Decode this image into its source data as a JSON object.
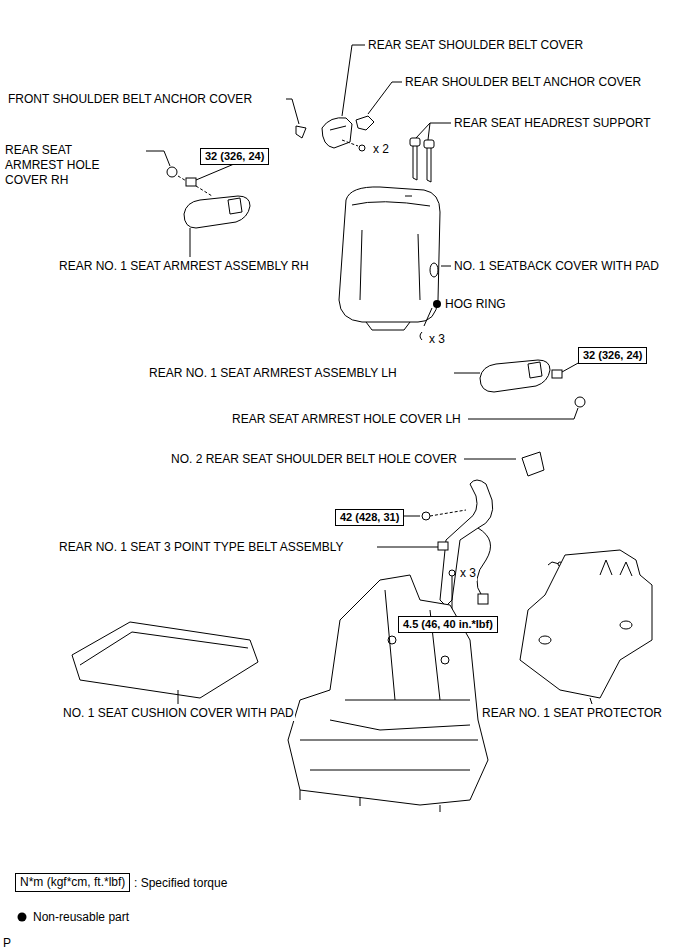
{
  "diagram": {
    "nodes": [
      {
        "text": [
          "32 (326, 24)"
        ]
      },
      {
        "text": [
          "32 (326, 24)"
        ]
      },
      {
        "text": [
          "42 (428, 31)"
        ]
      },
      {
        "text": [
          "4.5 (46, 40 in.*lbf)"
        ]
      },
      {
        "text": [
          "N*m (kgf*cm, ft.*lbf)"
        ]
      }
    ],
    "labels": [
      "REAR SEAT SHOULDER BELT COVER",
      "REAR SHOULDER BELT ANCHOR COVER",
      "FRONT SHOULDER BELT ANCHOR COVER",
      "REAR SEAT HEADREST SUPPORT",
      "REAR SEAT ARMREST HOLE COVER RH",
      "x 2",
      "REAR NO. 1 SEAT ARMREST ASSEMBLY RH",
      "NO. 1 SEATBACK COVER WITH PAD",
      "HOG RING",
      "x 3",
      "REAR NO. 1 SEAT ARMREST ASSEMBLY LH",
      "REAR SEAT ARMREST HOLE COVER LH",
      "NO. 2 REAR SEAT SHOULDER BELT HOLE COVER",
      "REAR NO. 1 SEAT 3 POINT TYPE BELT ASSEMBLY",
      "x 3",
      "NO. 1 SEAT CUSHION COVER WITH PAD",
      "REAR NO. 1 SEAT PROTECTOR",
      "P"
    ],
    "legend": [
      {
        "text": ": Specified torque"
      },
      {
        "text": "Non-reusable part"
      }
    ]
  }
}
